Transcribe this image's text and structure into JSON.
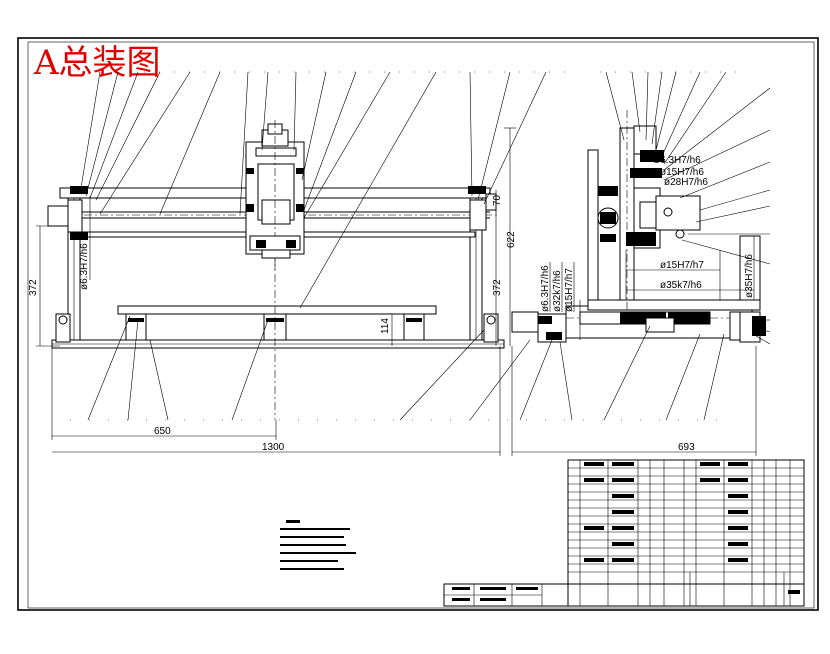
{
  "drawing": {
    "title": "A总装图"
  },
  "dimensions": {
    "height_372_left": "372",
    "height_372_right": "372",
    "height_622": "622",
    "height_70": "70",
    "height_114": "114",
    "width_650": "650",
    "width_1300": "1300",
    "width_693": "693"
  },
  "fits": {
    "fit_left_vertical": "ø6.3H7/h6",
    "fit_mid_1": "ø6.3H7/h6",
    "fit_mid_2": "ø32k7/h6",
    "fit_mid_3": "ø15H7/h7",
    "fit_side_top_1": "ø6.3H7/h6",
    "fit_side_top_2": "ø15H7/h6",
    "fit_side_top_3": "ø28H7/h6",
    "fit_side_bottom_1": "ø15H7/h7",
    "fit_side_bottom_2": "ø35k7/h6",
    "fit_side_right": "ø35H7/h6"
  }
}
